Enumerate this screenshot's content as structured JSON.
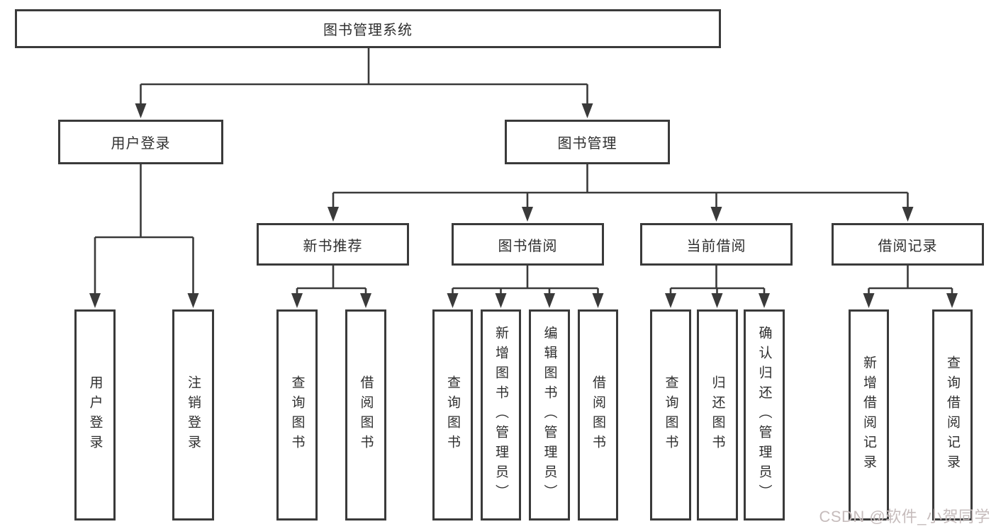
{
  "nodes": {
    "root": {
      "label": "图书管理系统"
    },
    "user_login": {
      "label": "用户登录"
    },
    "book_mgmt": {
      "label": "图书管理"
    },
    "ul_login": {
      "label": "用户登录"
    },
    "ul_logout": {
      "label": "注销登录"
    },
    "new_books": {
      "label": "新书推荐"
    },
    "book_borrow": {
      "label": "图书借阅"
    },
    "current_borrow": {
      "label": "当前借阅"
    },
    "borrow_records": {
      "label": "借阅记录"
    },
    "nb_query": {
      "label": "查询图书"
    },
    "nb_borrow": {
      "label": "借阅图书"
    },
    "bb_query": {
      "label": "查询图书"
    },
    "bb_add": {
      "label": "新增图书（管理员）"
    },
    "bb_edit": {
      "label": "编辑图书（管理员）"
    },
    "bb_borrow": {
      "label": "借阅图书"
    },
    "cb_query": {
      "label": "查询图书"
    },
    "cb_return": {
      "label": "归还图书"
    },
    "cb_confirm": {
      "label": "确认归还（管理员）"
    },
    "br_add": {
      "label": "新增借阅记录"
    },
    "br_query": {
      "label": "查询借阅记录"
    }
  },
  "watermark": {
    "text": "CSDN @软件_小贺同学",
    "color": "#c6bcbc"
  },
  "colors": {
    "line": "#3a3a3a",
    "box_border": "#3a3a3a",
    "text": "#2f2f2f",
    "background": "#ffffff"
  }
}
